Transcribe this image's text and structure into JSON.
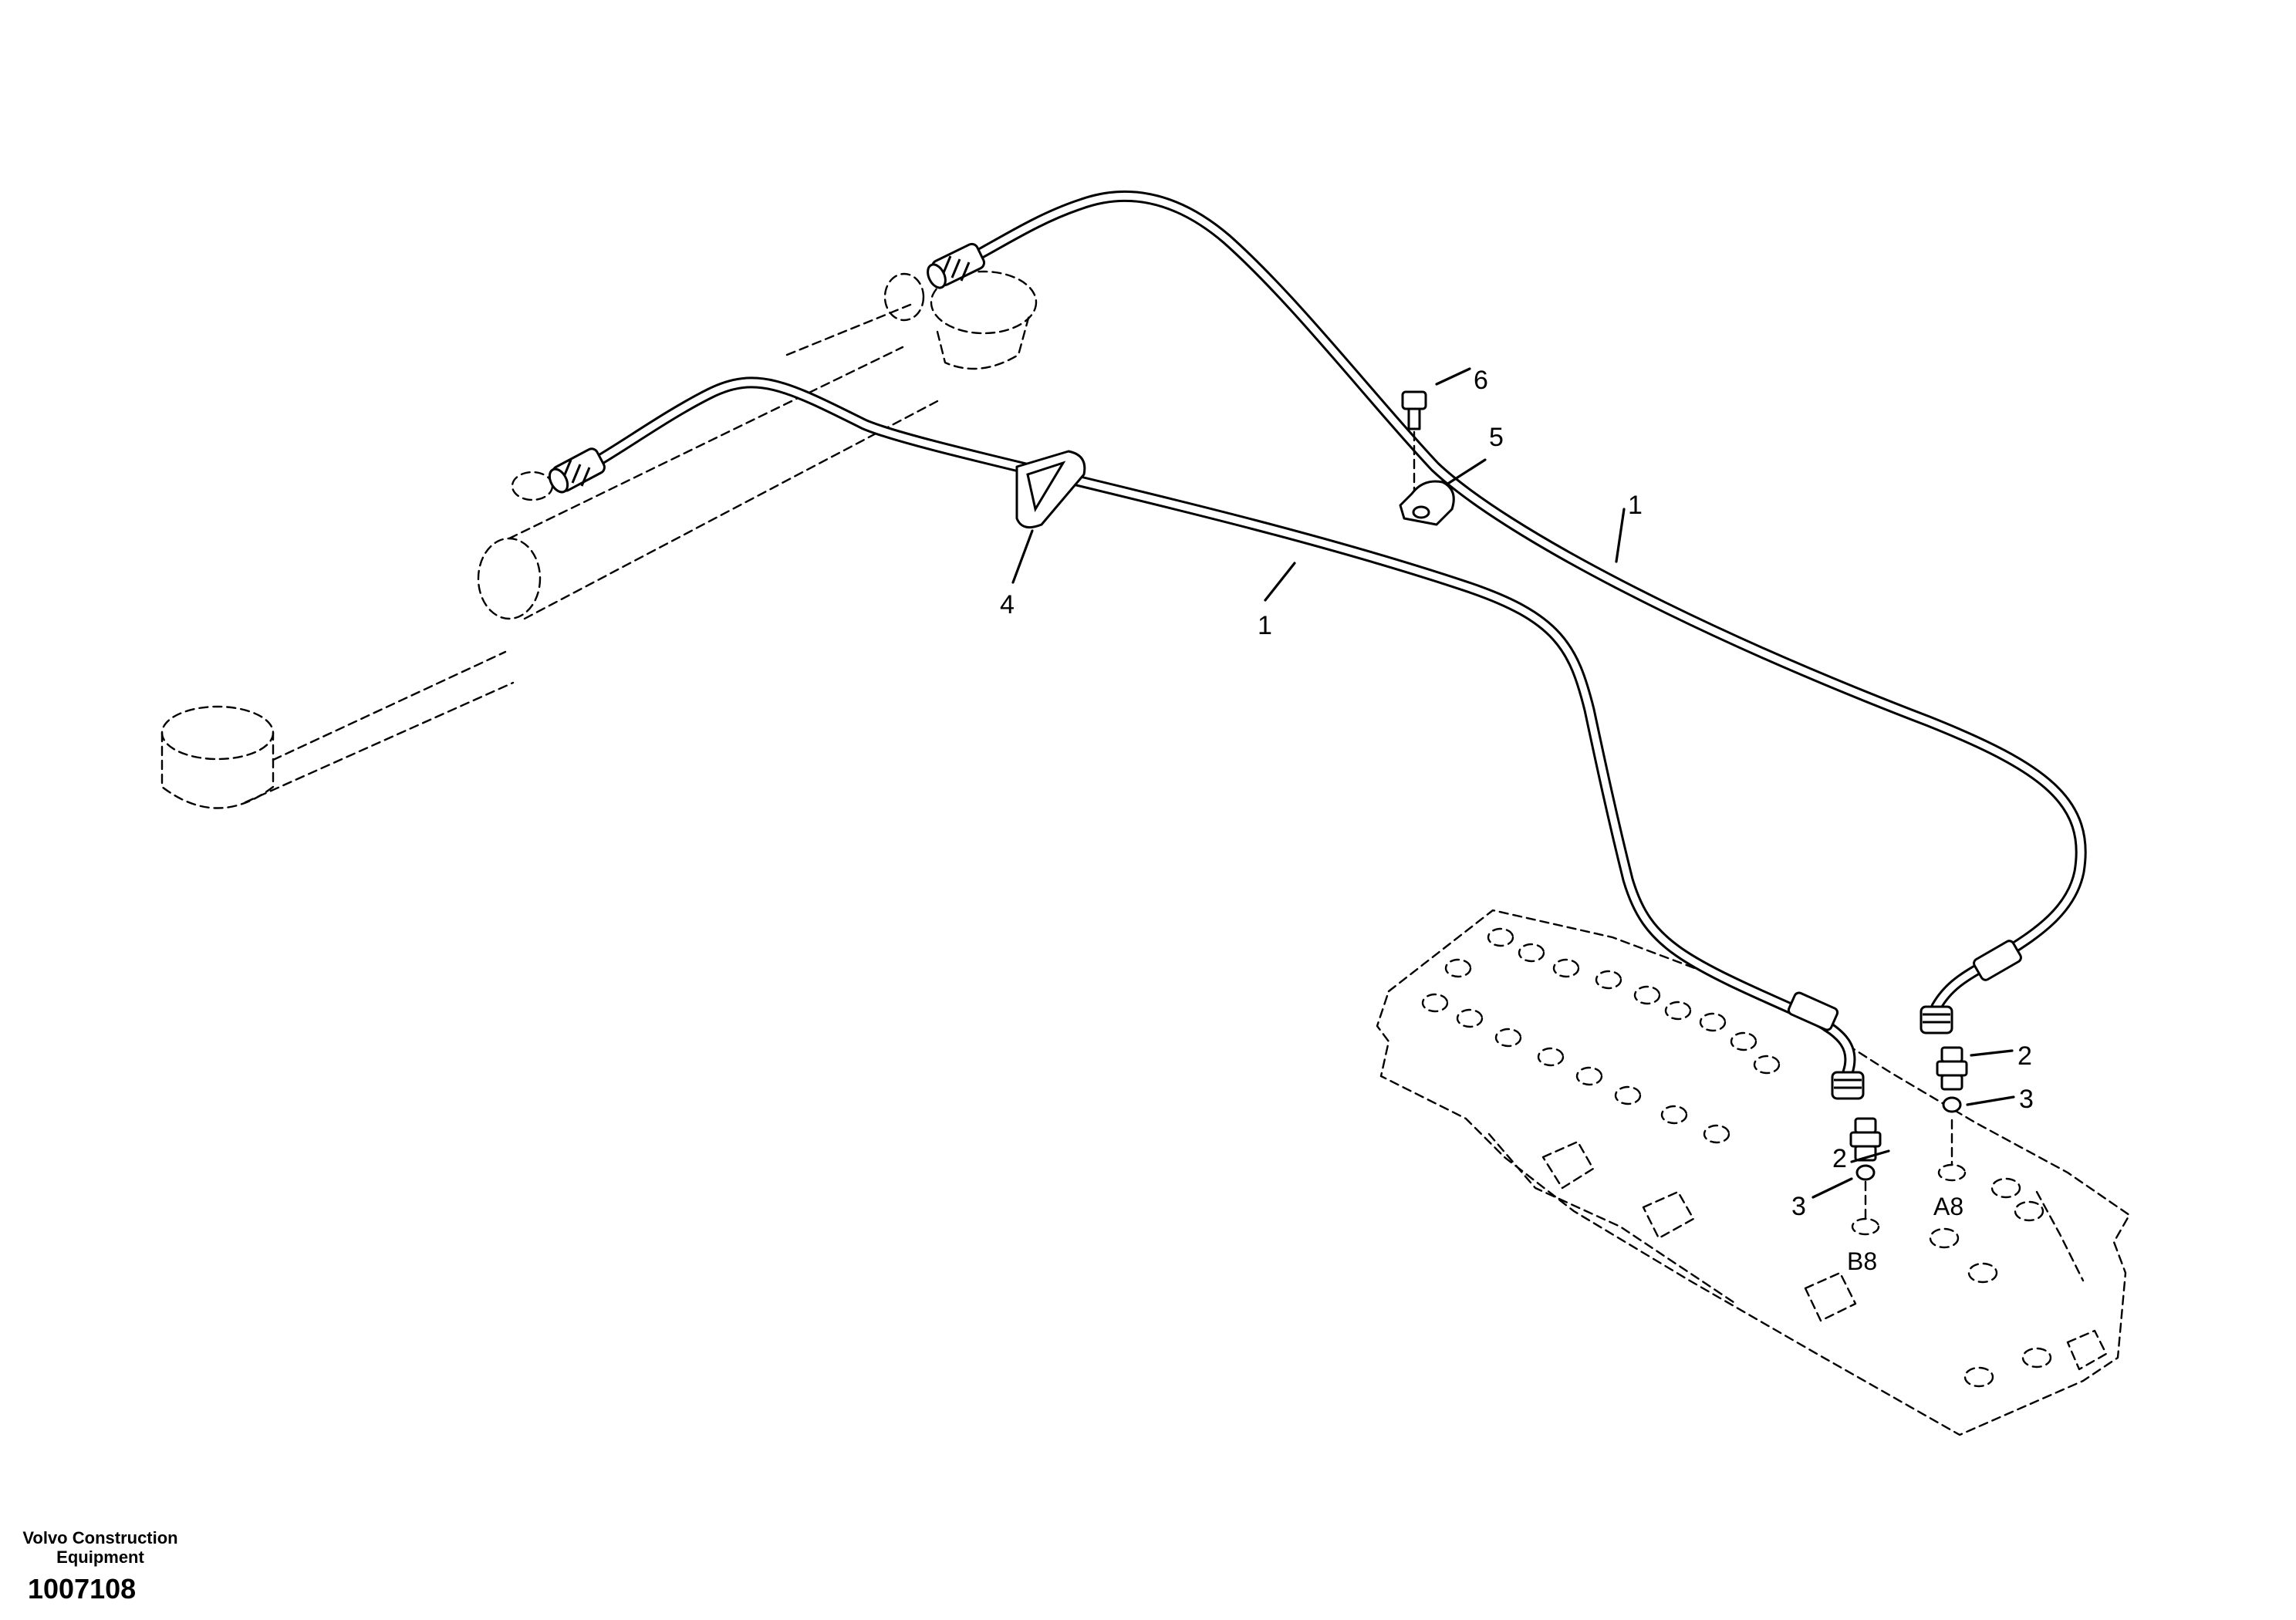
{
  "diagram": {
    "callouts": {
      "c1a": "1",
      "c1b": "1",
      "c2a": "2",
      "c2b": "2",
      "c3a": "3",
      "c3b": "3",
      "c4": "4",
      "c5": "5",
      "c6": "6"
    },
    "ports": {
      "a8": "A8",
      "b8": "B8"
    }
  },
  "footer": {
    "company_line1": "Volvo Construction",
    "company_line2": "Equipment",
    "drawing_number": "1007108"
  }
}
